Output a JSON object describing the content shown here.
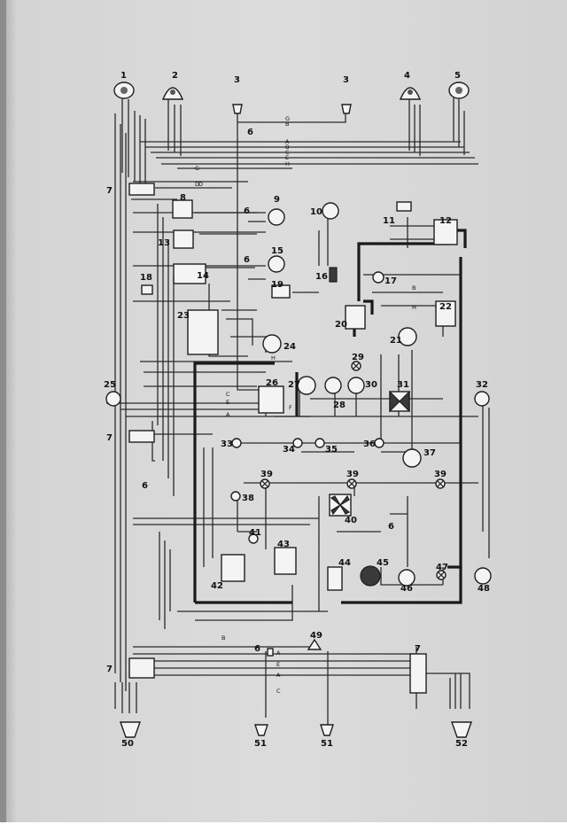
{
  "labels": [
    {
      "id": "1",
      "text": "1"
    },
    {
      "id": "2",
      "text": "2"
    },
    {
      "id": "3a",
      "text": "3"
    },
    {
      "id": "3b",
      "text": "3"
    },
    {
      "id": "4",
      "text": "4"
    },
    {
      "id": "5",
      "text": "5"
    },
    {
      "id": "6a",
      "text": "6"
    },
    {
      "id": "7a",
      "text": "7"
    },
    {
      "id": "8",
      "text": "8"
    },
    {
      "id": "6b",
      "text": "6"
    },
    {
      "id": "9",
      "text": "9"
    },
    {
      "id": "10",
      "text": "10"
    },
    {
      "id": "11",
      "text": "11"
    },
    {
      "id": "12",
      "text": "12"
    },
    {
      "id": "13",
      "text": "13"
    },
    {
      "id": "6c",
      "text": "6"
    },
    {
      "id": "15",
      "text": "15"
    },
    {
      "id": "14",
      "text": "14"
    },
    {
      "id": "16",
      "text": "16"
    },
    {
      "id": "17",
      "text": "17"
    },
    {
      "id": "18",
      "text": "18"
    },
    {
      "id": "19",
      "text": "19"
    },
    {
      "id": "23",
      "text": "23"
    },
    {
      "id": "22",
      "text": "22"
    },
    {
      "id": "20",
      "text": "20"
    },
    {
      "id": "21",
      "text": "21"
    },
    {
      "id": "24",
      "text": "24"
    },
    {
      "id": "29",
      "text": "29"
    },
    {
      "id": "25",
      "text": "25"
    },
    {
      "id": "26",
      "text": "26"
    },
    {
      "id": "27",
      "text": "27"
    },
    {
      "id": "30",
      "text": "30"
    },
    {
      "id": "31",
      "text": "31"
    },
    {
      "id": "32",
      "text": "32"
    },
    {
      "id": "28",
      "text": "28"
    },
    {
      "id": "7b",
      "text": "7"
    },
    {
      "id": "33",
      "text": "33"
    },
    {
      "id": "34",
      "text": "34"
    },
    {
      "id": "35",
      "text": "35"
    },
    {
      "id": "36",
      "text": "36"
    },
    {
      "id": "37",
      "text": "37"
    },
    {
      "id": "6d",
      "text": "6"
    },
    {
      "id": "39a",
      "text": "39"
    },
    {
      "id": "39b",
      "text": "39"
    },
    {
      "id": "39c",
      "text": "39"
    },
    {
      "id": "38",
      "text": "38"
    },
    {
      "id": "40",
      "text": "40"
    },
    {
      "id": "6e",
      "text": "6"
    },
    {
      "id": "41",
      "text": "41"
    },
    {
      "id": "43",
      "text": "43"
    },
    {
      "id": "44",
      "text": "44"
    },
    {
      "id": "45",
      "text": "45"
    },
    {
      "id": "47",
      "text": "47"
    },
    {
      "id": "42",
      "text": "42"
    },
    {
      "id": "46",
      "text": "46"
    },
    {
      "id": "48",
      "text": "48"
    },
    {
      "id": "49",
      "text": "49"
    },
    {
      "id": "7c",
      "text": "7"
    },
    {
      "id": "6f",
      "text": "6"
    },
    {
      "id": "7d",
      "text": "7"
    },
    {
      "id": "50",
      "text": "50"
    },
    {
      "id": "51a",
      "text": "51"
    },
    {
      "id": "51b",
      "text": "51"
    },
    {
      "id": "52",
      "text": "52"
    }
  ],
  "wire_letters": [
    {
      "id": "wA1",
      "text": "A"
    },
    {
      "id": "wB1",
      "text": "B"
    },
    {
      "id": "wC1",
      "text": "C"
    },
    {
      "id": "wE1",
      "text": "E"
    },
    {
      "id": "wH1",
      "text": "H"
    },
    {
      "id": "wG1",
      "text": "G"
    },
    {
      "id": "wD1",
      "text": "D"
    },
    {
      "id": "wG2",
      "text": "G"
    },
    {
      "id": "wB2",
      "text": "B"
    },
    {
      "id": "wH2",
      "text": "H"
    },
    {
      "id": "wA2",
      "text": "A"
    },
    {
      "id": "wC2",
      "text": "C"
    },
    {
      "id": "wE2",
      "text": "E"
    },
    {
      "id": "wF1",
      "text": "F"
    },
    {
      "id": "wB3",
      "text": "B"
    },
    {
      "id": "wH3",
      "text": "H"
    },
    {
      "id": "wA3",
      "text": "A"
    },
    {
      "id": "wE3",
      "text": "E"
    },
    {
      "id": "wC3",
      "text": "C"
    },
    {
      "id": "wA4",
      "text": "A"
    },
    {
      "id": "wB4",
      "text": "B"
    },
    {
      "id": "wD2",
      "text": "D"
    }
  ],
  "colors": {
    "paper": "#d9d9d9",
    "ink": "#1e1e1e",
    "shade": "#b8b8b8"
  }
}
